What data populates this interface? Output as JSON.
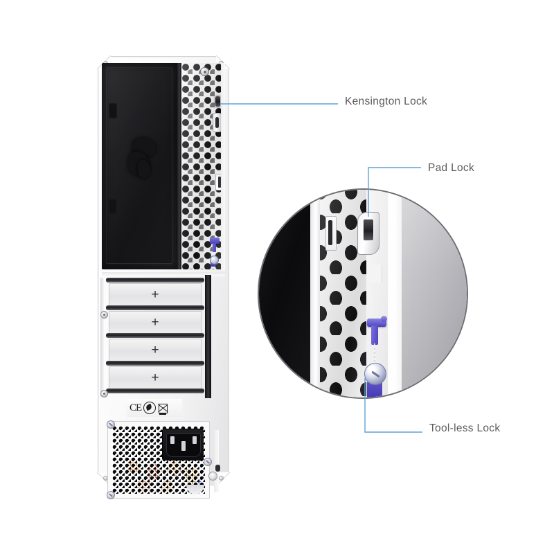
{
  "page": {
    "type": "product-feature-diagram",
    "subject": "Desktop PC chassis rear panel",
    "background_color": "#ffffff",
    "leader_line_color": "#5ea2d6",
    "label_text_color": "#5b5b5f"
  },
  "callouts": [
    {
      "id": "kensington",
      "label": "Kensington Lock",
      "target": "kensington-lock-slot",
      "leader_style": "straight-horizontal"
    },
    {
      "id": "padlock",
      "label": "Pad Lock",
      "target": "pad-lock-loop",
      "leader_style": "elbow-up-right"
    },
    {
      "id": "toolless",
      "label": "Tool-less Lock",
      "target": "tool-less-lock-thumbscrew",
      "leader_style": "elbow-down-right"
    }
  ],
  "chassis": {
    "name": "Rear panel",
    "finish_color": "#f2f2f3",
    "upper_section": {
      "name": "Motherboard I/O and side panel area",
      "dark_recess_color": "#1a1a1d",
      "mesh_name": "honeycomb-ventilation-mesh"
    },
    "expansion_slots": {
      "count": 4,
      "cover_marks": [
        "+",
        "+",
        "+",
        "+"
      ],
      "name": "pci-expansion-slot-covers"
    },
    "certification_marks": {
      "ce": "CE",
      "symbols": [
        "ce-mark",
        "rohs-leaf-mark",
        "weee-crossed-bin-mark"
      ]
    },
    "power_supply": {
      "name": "psu-exhaust-vent",
      "connector": "IEC C14 power inlet",
      "vent_pattern": "fine honeycomb"
    },
    "lock_features": [
      {
        "name": "kensington-lock-slot",
        "color": "#2b2b2e"
      },
      {
        "name": "pad-lock-loop",
        "color": "#c8c8cc"
      },
      {
        "name": "tool-less-lock-latch",
        "color": "#4a3fbe"
      }
    ]
  },
  "magnified_inset": {
    "name": "zoomed-detail-circle",
    "border_color": "#6d6d72",
    "shows": [
      "pad-lock-loop",
      "tool-less-lock-latch",
      "tool-less-lock-thumbscrew",
      "honeycomb-ventilation-mesh"
    ],
    "accent_color": "#4c41c0"
  }
}
